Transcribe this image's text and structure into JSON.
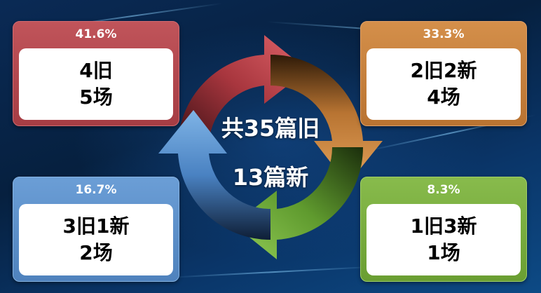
{
  "center": {
    "line1": "共35篇旧",
    "line2": "13篇新"
  },
  "cards": {
    "top_left": {
      "percent": "41.6%",
      "line1": "4旧",
      "line2": "5场",
      "color": "#b0464c"
    },
    "top_right": {
      "percent": "33.3%",
      "line1": "2旧2新",
      "line2": "4场",
      "color": "#c67f3c"
    },
    "bottom_left": {
      "percent": "16.7%",
      "line1": "3旧1新",
      "line2": "2场",
      "color": "#5b8fcb"
    },
    "bottom_right": {
      "percent": "8.3%",
      "line1": "1旧3新",
      "line2": "1场",
      "color": "#79ad3f"
    }
  },
  "arrow_colors": {
    "red": "#c9464f",
    "orange": "#d08a3c",
    "green": "#74b03c",
    "blue": "#5d97d3"
  }
}
